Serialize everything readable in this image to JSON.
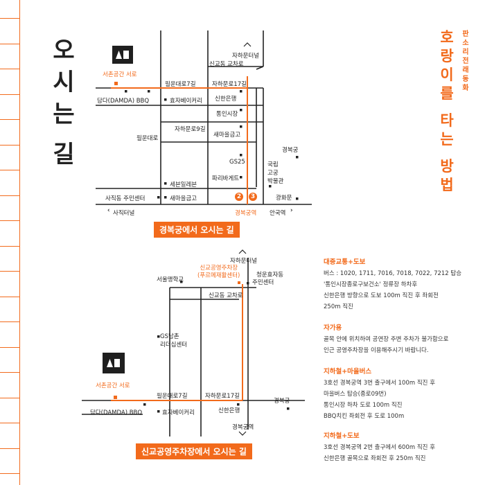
{
  "left_title": {
    "chars": [
      "오",
      "시",
      "는",
      "길"
    ]
  },
  "right_title": {
    "subtitle_chars": [
      "판",
      "소",
      "리",
      "전",
      "래",
      "동",
      "화"
    ],
    "main_chars": [
      "호",
      "랑",
      "이",
      "를",
      "",
      "타",
      "는",
      "",
      "방",
      "법"
    ]
  },
  "map1": {
    "logo": "서촌공간 서로",
    "labels": {
      "jahamun_top": "자하문터널",
      "singyo_cross": "신교동 교차로",
      "pilun7": "필운대로7길",
      "jahamun17": "자하문로17길",
      "damda": "담다(DAMDA) BBQ",
      "hyoja": "효자베이커리",
      "shinhan": "신한은행",
      "tongin": "통인시장",
      "jahamun9": "자하문로9길",
      "pilundaero": "필운대로",
      "saemaeul1": "새마을금고",
      "gyeongbok_palace": "경복궁",
      "gs25": "GS25",
      "museum": [
        "국립",
        "고궁",
        "박물관"
      ],
      "seven": "세븐일레븐",
      "paris": "파리바게트",
      "gwanghwamun": "광화문",
      "sajik_center": "사직동 주민센터",
      "saemaeul2": "새마을금고",
      "exit2": "2",
      "exit3": "3",
      "sajik_tunnel": "사직터널",
      "gyeongbok_station": "경복궁역",
      "anguk": "안국역"
    },
    "caption": "경복궁에서 오시는 길"
  },
  "map2": {
    "logo": "서촌공간 서로",
    "labels": {
      "jahamun_top": "자하문터널",
      "parking": [
        "신교공영주차장",
        "(푸르메재활센터)"
      ],
      "seoul_school": "서울맹학교",
      "cheongun": [
        "청운효자동",
        "주민센터"
      ],
      "singyo_cross": "신교동 교차로",
      "gs": [
        "GS남촌",
        "리더십센터"
      ],
      "pilun7": "필운대로7길",
      "jahamun17": "자하문로17길",
      "damda": "담다(DAMDA) BBQ",
      "hyoja": "효자베이커리",
      "shinhan": "신한은행",
      "gyeongbok_palace": "경복궁",
      "gyeongbok_station": "경복궁역"
    },
    "caption": "신교공영주차장에서 오시는 길"
  },
  "directions": [
    {
      "title": "대중교통+도보",
      "lines": [
        "버스 : 1020, 1711, 7016, 7018, 7022, 7212 탑승",
        "'통인시장종로구보건소' 정류장 하차후",
        "신한은행 방향으로 도보 100m 직진 후 좌회전",
        "250m 직진"
      ]
    },
    {
      "title": "자가용",
      "lines": [
        "골목 안에 위치하여 공연장 주변 주차가 불가함으로",
        "인근 공영주차장을 이용해주시기 바랍니다."
      ]
    },
    {
      "title": "지하철+마을버스",
      "lines": [
        "3호선 경복궁역 3번 출구에서 100m 직진 후",
        "마을버스 탑승(종로09번)",
        "통인시장 하차 도로 100m 직진",
        "BBQ치킨 좌회전 후 도로 100m"
      ]
    },
    {
      "title": "지하철+도보",
      "lines": [
        "3호선 경복궁역 2번 출구에서 600m 직진 후",
        "신한은행 골목으로 좌회전 후 250m 직진"
      ]
    }
  ],
  "colors": {
    "accent": "#f26a1b",
    "line": "#222222",
    "logo_bg": "#1f1f1f"
  }
}
